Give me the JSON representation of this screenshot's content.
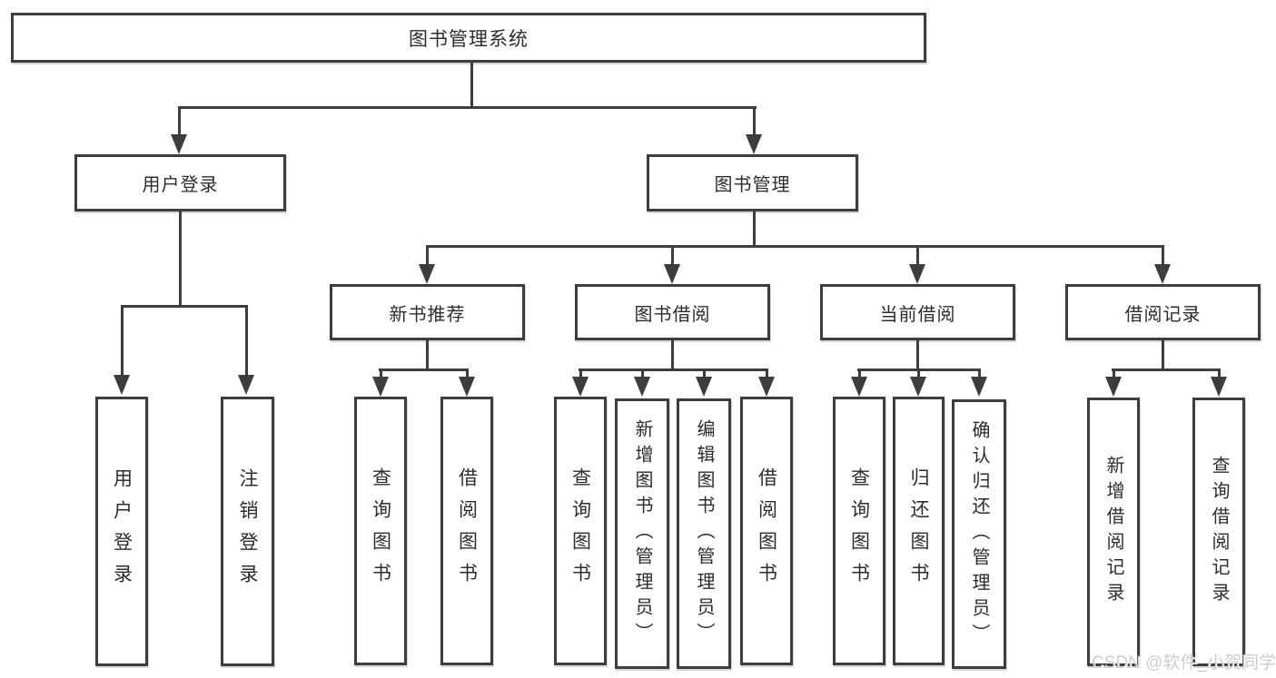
{
  "diagram": {
    "root": {
      "label": "图书管理系统"
    },
    "level2": [
      {
        "label": "用户登录"
      },
      {
        "label": "图书管理"
      }
    ],
    "level3": [
      {
        "label": "新书推荐"
      },
      {
        "label": "图书借阅"
      },
      {
        "label": "当前借阅"
      },
      {
        "label": "借阅记录"
      }
    ],
    "leaves": {
      "user": [
        "用户登录",
        "注销登录"
      ],
      "recommend": [
        "查询图书",
        "借阅图书"
      ],
      "borrow": [
        "查询图书",
        "新增图书（管理员）",
        "编辑图书（管理员）",
        "借阅图书"
      ],
      "current": [
        "查询图书",
        "归还图书",
        "确认归还（管理员）"
      ],
      "records": [
        "新增借阅记录",
        "查询借阅记录"
      ]
    }
  },
  "watermark": {
    "text": "CSDN @软件_小贺同学"
  },
  "colors": {
    "line": "#3d3d3d",
    "text": "#2c2c2c",
    "background": "#ffffff",
    "watermark": "#caced3"
  }
}
